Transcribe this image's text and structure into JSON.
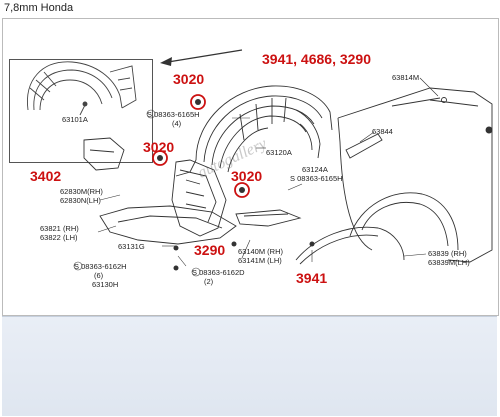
{
  "title": "7,8mm Honda",
  "callouts": {
    "c3941_top": "3941, 4686, 3290",
    "c3020_a": "3020",
    "c3020_b": "3020",
    "c3020_c": "3020",
    "c3402": "3402",
    "c3290": "3290",
    "c3941_bottom": "3941"
  },
  "labels": {
    "p63101A": "63101A",
    "p08363_6165H": "S 08363-6165H",
    "q4": "(4)",
    "p63120A": "63120A",
    "p63814M": "63814M",
    "p63844": "63844",
    "p62830M_RH": "62830M(RH)",
    "p62830N_LH": "62830N(LH)",
    "p63124A": "63124A",
    "p08363_6165H_b": "S 08363-6165H",
    "p63821_RH": "63821 (RH)",
    "p63822_LH": "63822 (LH)",
    "p63131G": "63131G",
    "p08363_6162H": "S 08363-6162H",
    "q6": "(6)",
    "p63130H": "63130H",
    "p08363_6162D": "S 08363-6162D",
    "q2": "(2)",
    "p63140M_RH": "63140M (RH)",
    "p63141M_LH": "63141M (LH)",
    "p63839_RH": "63839 (RH)",
    "p63839M_LH": "63839M(LH)"
  },
  "watermark": "autogallery",
  "colors": {
    "callout": "#cc1111",
    "line": "#333333",
    "circle": "#cc1111"
  }
}
